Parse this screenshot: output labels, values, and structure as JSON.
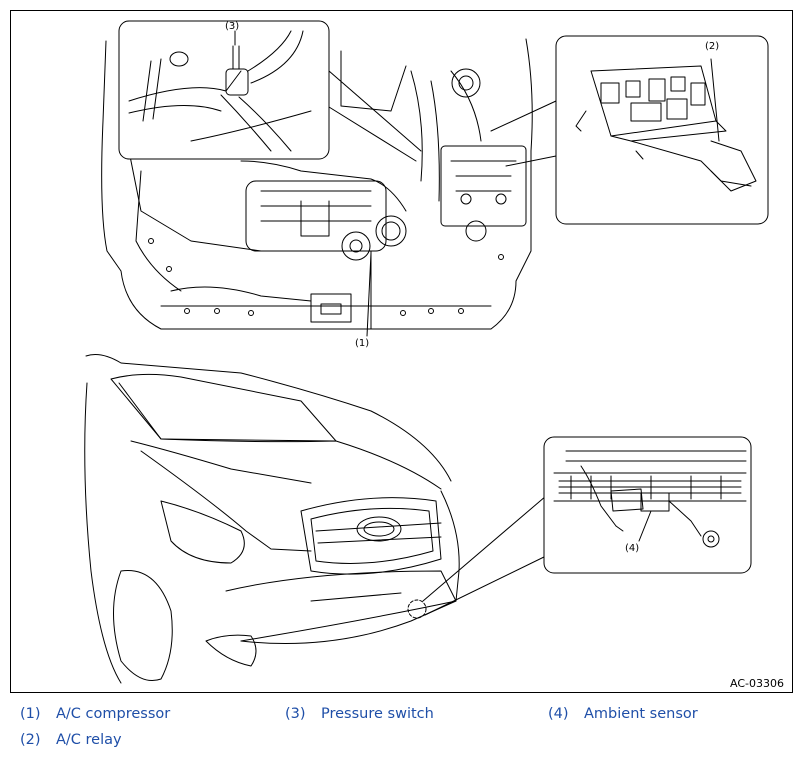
{
  "diagram": {
    "figure_id": "AC-03306",
    "callouts": [
      "(1)",
      "(2)",
      "(3)",
      "(4)"
    ]
  },
  "legend": [
    {
      "num": "(1)",
      "label": "A/C compressor"
    },
    {
      "num": "(3)",
      "label": "Pressure switch"
    },
    {
      "num": "(4)",
      "label": "Ambient sensor"
    },
    {
      "num": "(2)",
      "label": "A/C relay"
    }
  ],
  "colors": {
    "legend_text": "#1f4fa8",
    "line": "#000000"
  }
}
